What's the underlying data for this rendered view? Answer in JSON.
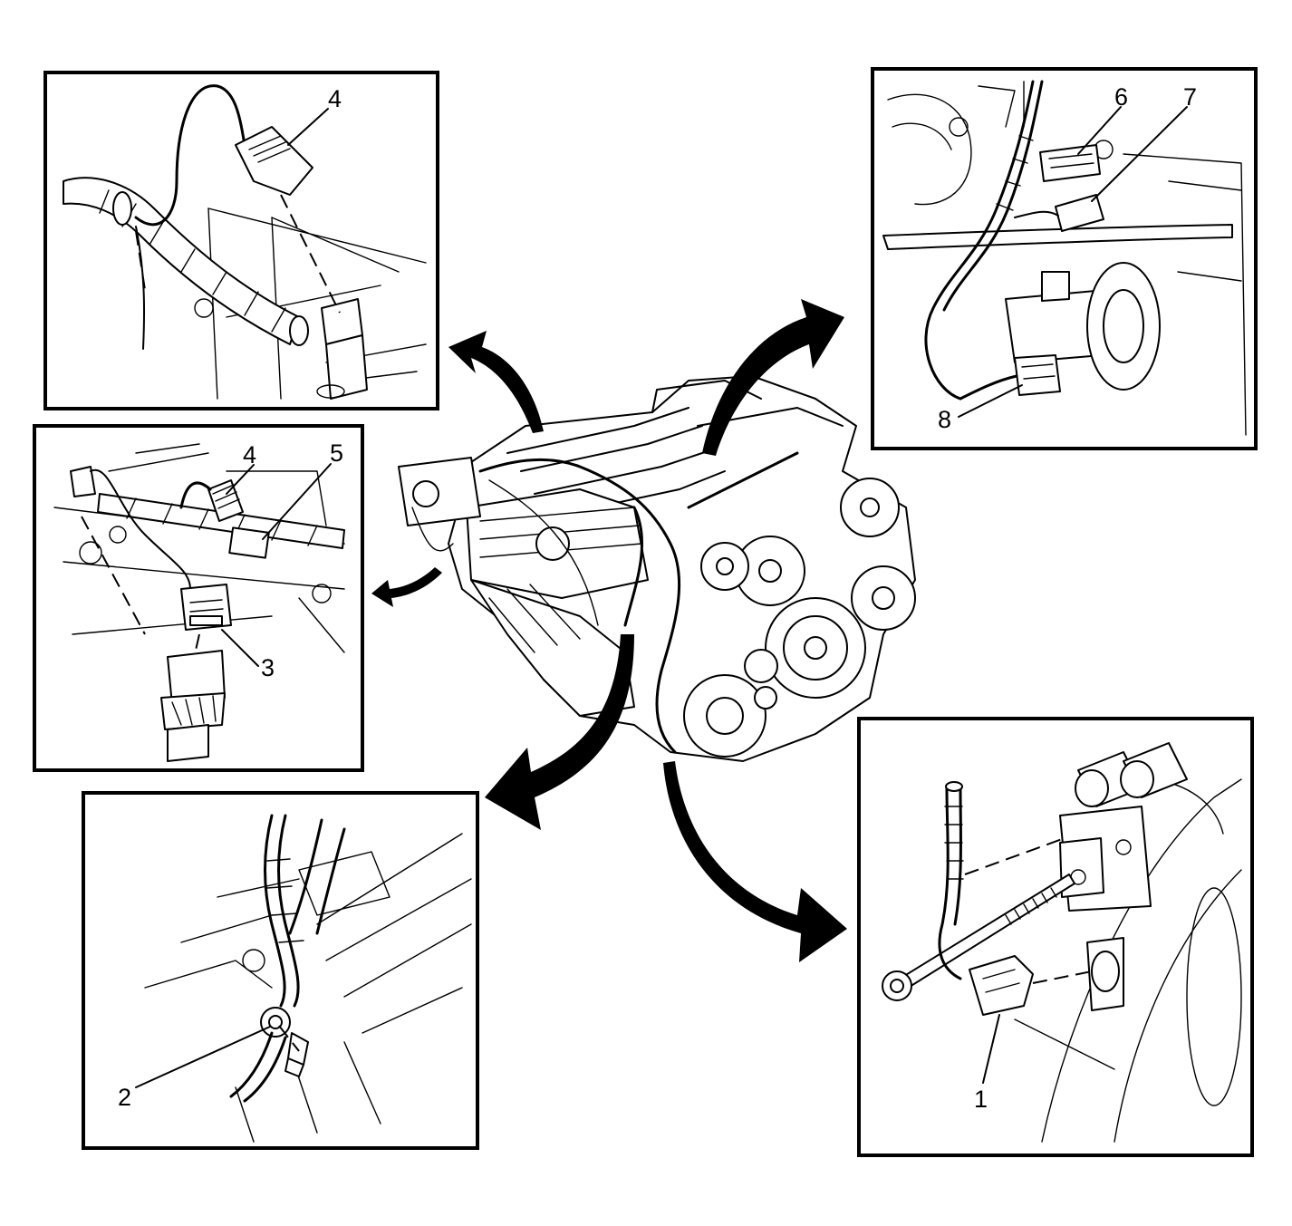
{
  "callouts": {
    "c1": "1",
    "c2": "2",
    "c3": "3",
    "c4_top": "4",
    "c4_mid": "4",
    "c5": "5",
    "c6": "6",
    "c7": "7",
    "c8": "8"
  },
  "icons": {
    "arrows": "curved-arrow-icon",
    "engine": "engine-icon"
  }
}
